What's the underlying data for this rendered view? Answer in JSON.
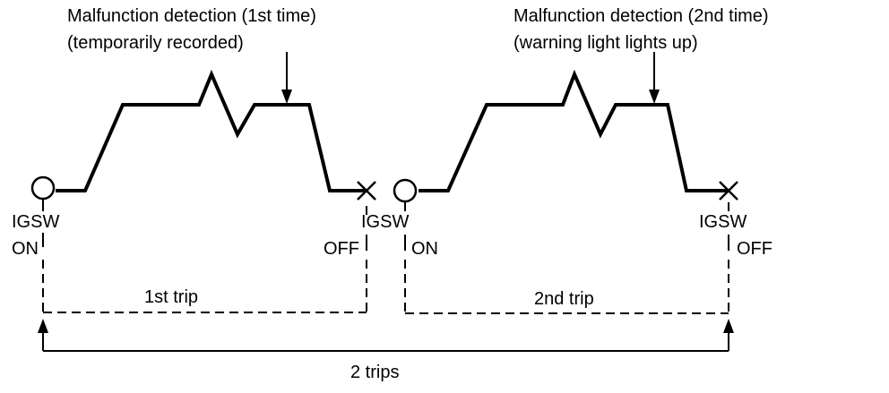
{
  "annotations": {
    "first_detection": {
      "line1": "Malfunction detection (1st time)",
      "line2": "(temporarily recorded)"
    },
    "second_detection": {
      "line1": "Malfunction detection (2nd time)",
      "line2": "(warning light lights up)"
    }
  },
  "labels": {
    "igsw_on_1": {
      "line1": "IGSW",
      "line2": "ON"
    },
    "igsw_off_1": {
      "line1": "IGSW",
      "line2": "OFF"
    },
    "igsw_on_2": {
      "line2": "ON"
    },
    "igsw_off_2": {
      "line1": "IGSW",
      "line2": "OFF"
    }
  },
  "spans": {
    "first_trip": "1st trip",
    "second_trip": "2nd trip",
    "total": "2 trips"
  },
  "colors": {
    "ink": "#000000",
    "background": "#ffffff"
  },
  "icons": {
    "start_marker": "open-circle",
    "end_marker": "cross",
    "detection_pointer": "down-arrow"
  }
}
